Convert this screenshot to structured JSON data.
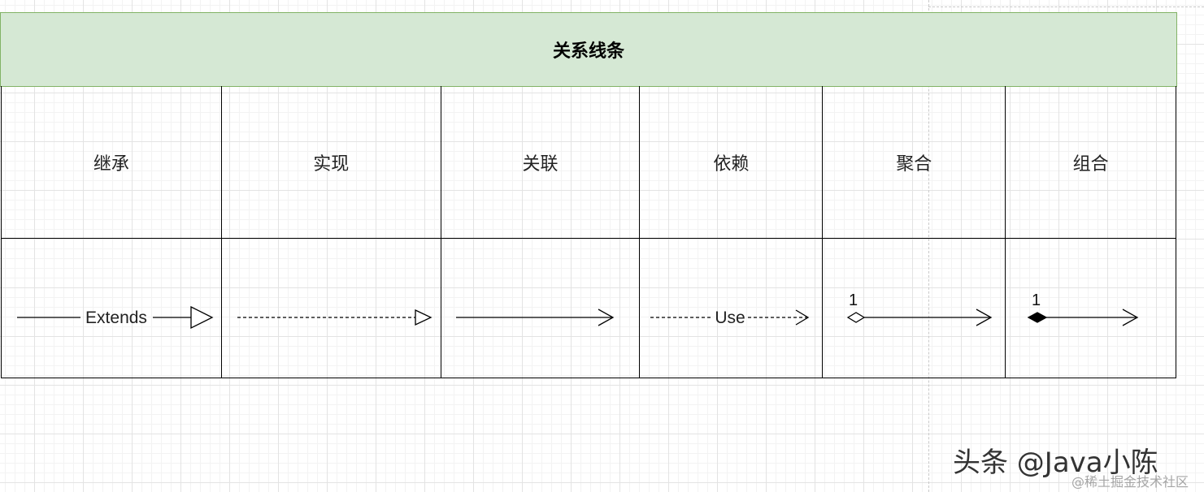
{
  "title": "关系线条",
  "columns": [
    {
      "name": "继承",
      "line_label": "Extends",
      "multiplicity": ""
    },
    {
      "name": "实现",
      "line_label": "",
      "multiplicity": ""
    },
    {
      "name": "关联",
      "line_label": "",
      "multiplicity": ""
    },
    {
      "name": "依赖",
      "line_label": "Use",
      "multiplicity": ""
    },
    {
      "name": "聚合",
      "line_label": "",
      "multiplicity": "1"
    },
    {
      "name": "组合",
      "line_label": "",
      "multiplicity": "1"
    }
  ],
  "watermark": {
    "main": "头条 @Java小陈",
    "sub": "@稀土掘金技术社区"
  },
  "colors": {
    "header_fill": "#d5e8d4",
    "header_border": "#82b366",
    "line": "#000000"
  }
}
